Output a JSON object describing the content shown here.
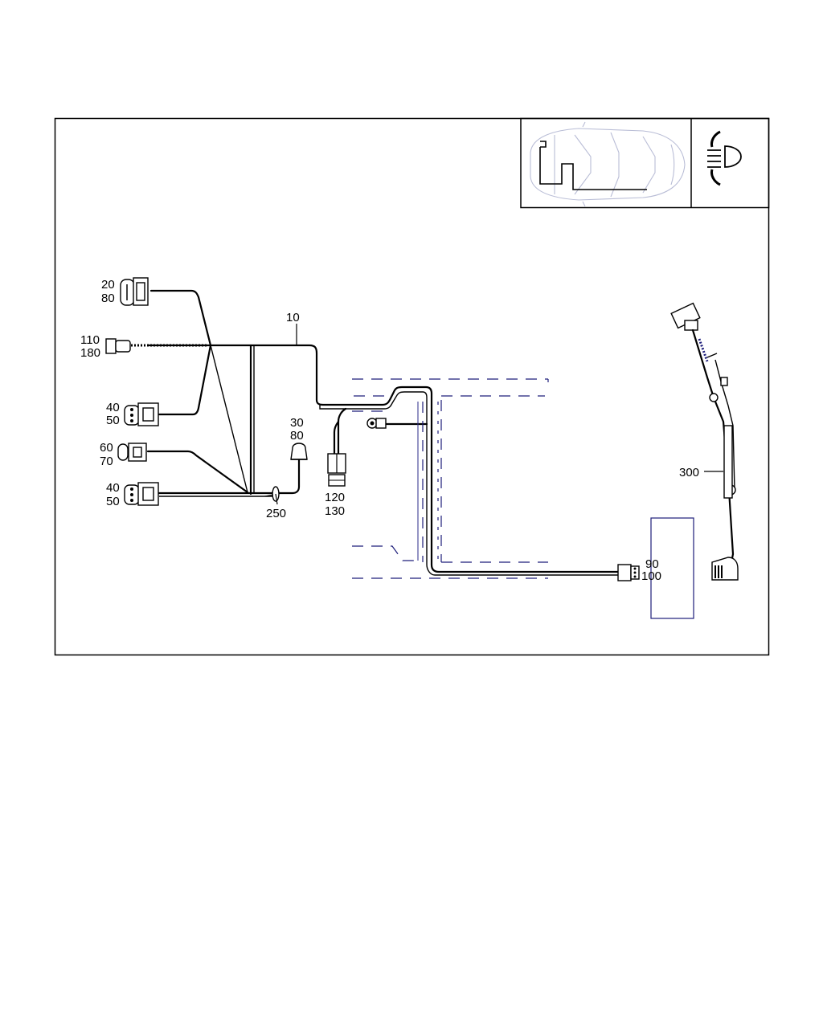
{
  "diagram": {
    "callouts": {
      "harness": "10",
      "c20": "20",
      "c80a": "80",
      "c110": "110",
      "c180": "180",
      "c40a": "40",
      "c50a": "50",
      "c60": "60",
      "c70": "70",
      "c40b": "40",
      "c50b": "50",
      "c30": "30",
      "c80b": "80",
      "c120": "120",
      "c130": "130",
      "c250": "250",
      "c300": "300",
      "c90": "90",
      "c100": "100"
    },
    "icons": {
      "locator": "vehicle-location-icon",
      "headlamp": "headlamp-range-adjust-icon"
    }
  }
}
